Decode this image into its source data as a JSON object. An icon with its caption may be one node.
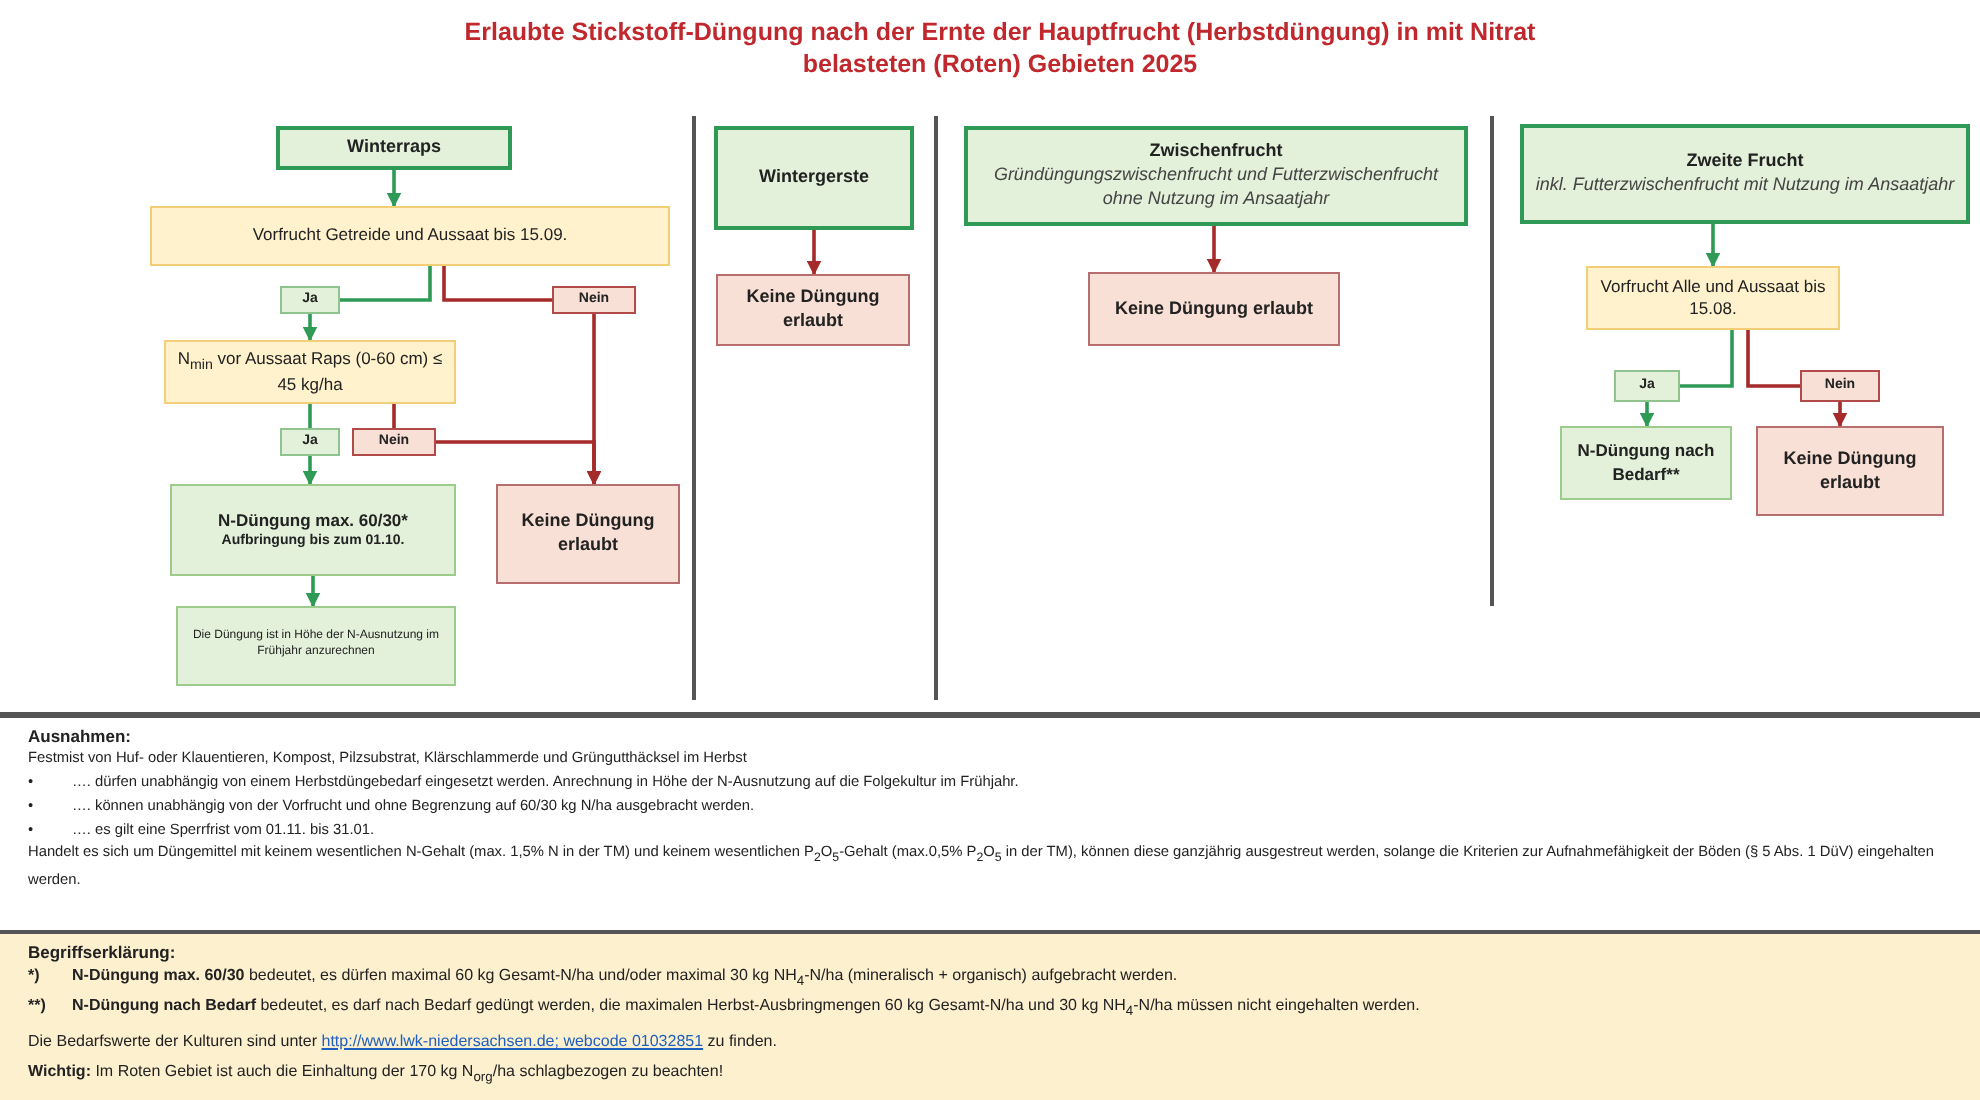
{
  "diagram": {
    "title": "Erlaubte Stickstoff-Düngung nach der Ernte der Hauptfrucht (Herbstdüngung) in mit Nitrat belasteten (Roten) Gebieten 2025",
    "nodes": [
      {
        "text": [
          "Winterraps"
        ]
      },
      {
        "text": [
          "Vorfrucht Getreide und Aussaat bis 15.09."
        ]
      },
      {
        "text": [
          "Ja"
        ]
      },
      {
        "text": [
          "Nein"
        ]
      },
      {
        "text": [
          "N$_{min}$ vor Aussaat Raps (0-60 cm) ≤ 45 kg/ha"
        ]
      },
      {
        "text": [
          "Ja"
        ]
      },
      {
        "text": [
          "Nein"
        ]
      },
      {
        "text": [
          "N-Düngung max. 60/30*",
          "Aufbringung bis zum 01.10."
        ]
      },
      {
        "text": [
          "Keine Düngung erlaubt"
        ]
      },
      {
        "text": [
          "Die Düngung ist in Höhe der N-Ausnutzung im Frühjahr anzurechnen"
        ]
      },
      {
        "text": [
          "Wintergerste"
        ]
      },
      {
        "text": [
          "Keine Düngung erlaubt"
        ]
      },
      {
        "text": [
          "Zwischenfrucht",
          "Gründüngungszwischenfrucht und Futterzwischenfrucht ohne Nutzung im Ansaatjahr"
        ]
      },
      {
        "text": [
          "Keine Düngung erlaubt"
        ]
      },
      {
        "text": [
          "Zweite Frucht",
          "inkl. Futterzwischenfrucht mit Nutzung im Ansaatjahr"
        ]
      },
      {
        "text": [
          "Vorfrucht Alle und Aussaat bis 15.08."
        ]
      },
      {
        "text": [
          "Ja"
        ]
      },
      {
        "text": [
          "Nein"
        ]
      },
      {
        "text": [
          "N-Düngung nach Bedarf**"
        ]
      },
      {
        "text": [
          "Keine Düngung erlaubt"
        ]
      }
    ],
    "edges": [
      {
        "from": 0,
        "to": 1,
        "arrow": "to"
      },
      {
        "from": 1,
        "to": 2,
        "arrow": "none"
      },
      {
        "from": 1,
        "to": 3,
        "arrow": "none",
        "color": "#a52a2a"
      },
      {
        "from": 2,
        "to": 4,
        "arrow": "to"
      },
      {
        "from": 3,
        "to": 8,
        "arrow": "to",
        "color": "#a52a2a"
      },
      {
        "from": 4,
        "to": 5,
        "arrow": "none"
      },
      {
        "from": 4,
        "to": 6,
        "arrow": "none",
        "color": "#a52a2a"
      },
      {
        "from": 5,
        "to": 7,
        "arrow": "to"
      },
      {
        "from": 6,
        "to": 8,
        "arrow": "to",
        "color": "#a52a2a"
      },
      {
        "from": 7,
        "to": 9,
        "arrow": "to"
      },
      {
        "from": 10,
        "to": 11,
        "arrow": "to",
        "color": "#a52a2a"
      },
      {
        "from": 12,
        "to": 13,
        "arrow": "to",
        "color": "#a52a2a"
      },
      {
        "from": 14,
        "to": 15,
        "arrow": "to"
      },
      {
        "from": 15,
        "to": 16,
        "arrow": "none"
      },
      {
        "from": 15,
        "to": 17,
        "arrow": "none",
        "color": "#a52a2a"
      },
      {
        "from": 16,
        "to": 18,
        "arrow": "to"
      },
      {
        "from": 17,
        "to": 19,
        "arrow": "to",
        "color": "#a52a2a"
      }
    ],
    "labels": [
      "Ausnahmen:",
      "Festmist von Huf- oder Klauentieren, Kompost, Pilzsubstrat, Klärschlammerde und Grüngutthäcksel im Herbst",
      "•",
      "…. dürfen unabhängig von einem Herbstdüngebedarf eingesetzt werden. Anrechnung in Höhe der N-Ausnutzung auf die Folgekultur im Frühjahr.",
      "•",
      "…. können unabhängig von der Vorfrucht und ohne Begrenzung auf 60/30 kg N/ha ausgebracht werden.",
      "•",
      "…. es gilt eine Sperrfrist vom 01.11. bis 31.01.",
      "Handelt es sich um Düngemittel mit keinem wesentlichen N-Gehalt (max. 1,5% N in der TM) und keinem wesentlichen P$_{2}$O$_{5}$-Gehalt (max.0,5% P$_{2}$O$_{5}$ in der TM), können diese ganzjährig ausgestreut werden, solange die Kriterien zur Aufnahmefähigkeit der Böden (§ 5 Abs. 1 DüV) eingehalten werden.",
      "Begriffserklärung:",
      "*)",
      "**N-Düngung max. 60/30** bedeutet, es dürfen maximal 60 kg Gesamt-N/ha und/oder maximal 30 kg NH$_{4}$-N/ha (mineralisch + organisch) aufgebracht werden.",
      "**)",
      "**N-Düngung nach Bedarf** bedeutet, es darf nach Bedarf gedüngt werden, die maximalen Herbst-Ausbringmengen 60 kg Gesamt-N/ha und 30 kg NH$_{4}$-N/ha müssen nicht eingehalten werden.",
      "Die Bedarfswerte der Kulturen sind unter",
      "http://www.lwk-niedersachsen.de; webcode 01032851",
      "zu finden.",
      "**Wichtig:** Im Roten Gebiet ist auch die Einhaltung der 170 kg N$_{org}$/ha schlagbezogen zu beachten!"
    ]
  }
}
